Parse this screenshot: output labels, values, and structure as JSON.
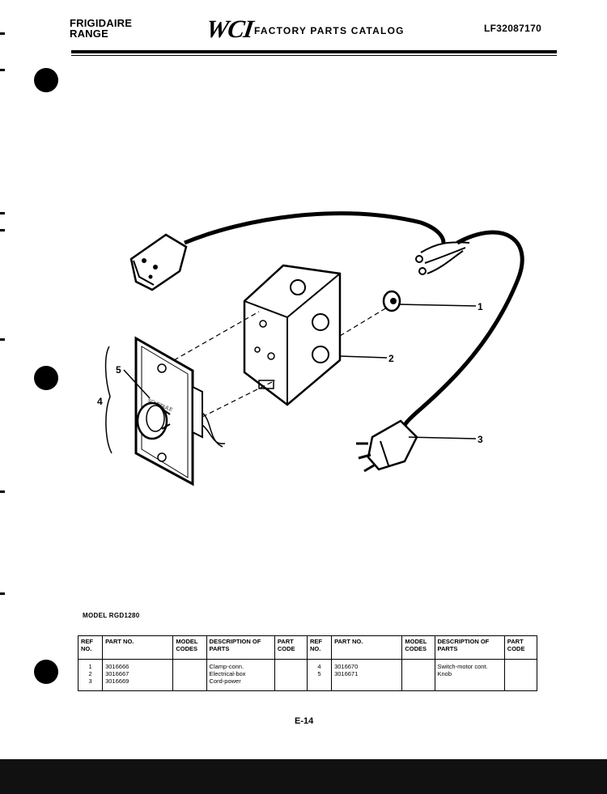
{
  "header": {
    "brand_line1": "FRIGIDAIRE",
    "brand_line2": "RANGE",
    "logo": "WCI",
    "catalog_title": "FACTORY PARTS CATALOG",
    "catalog_code": "LF32087170"
  },
  "diagram": {
    "callouts": [
      "1",
      "2",
      "3",
      "4",
      "5"
    ],
    "knob_text": "SCHEDULE"
  },
  "model_label": "MODEL RGD1280",
  "table": {
    "headers": [
      "REF NO.",
      "PART NO.",
      "MODEL CODES",
      "DESCRIPTION OF PARTS",
      "PART CODE",
      "REF NO.",
      "PART NO.",
      "MODEL CODES",
      "DESCRIPTION OF PARTS",
      "PART CODE"
    ],
    "left": {
      "ref": [
        "1",
        "2",
        "3"
      ],
      "part": [
        "3016666",
        "3016667",
        "3016669"
      ],
      "desc": [
        "Clamp-conn.",
        "Electrical-box",
        "Cord-power"
      ]
    },
    "right": {
      "ref": [
        "4",
        "5"
      ],
      "part": [
        "3016670",
        "3016671"
      ],
      "desc": [
        "Switch-motor cont.",
        "Knob"
      ]
    }
  },
  "page_number": "E-14"
}
